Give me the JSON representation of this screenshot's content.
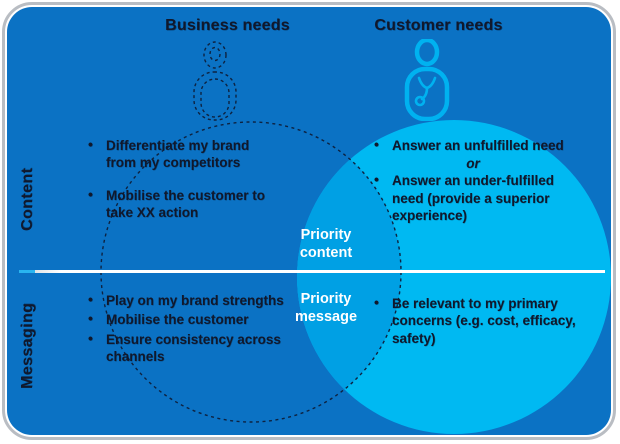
{
  "colors": {
    "slide-bg": "#0b72c4",
    "circle-fill": "#00b9f2",
    "overlap-fill": "#00a0e4",
    "dashed-stroke": "#0e2240",
    "icon-cyan": "#00b2f0",
    "text-dark": "#10182c",
    "text-white": "#ffffff",
    "divider-tip": "#29b5f0",
    "frame-border": "#b9bdc3"
  },
  "headers": {
    "business": "Business needs",
    "customer": "Customer needs"
  },
  "row_labels": {
    "content": "Content",
    "messaging": "Messaging"
  },
  "icons": {
    "business": "business-person-icon",
    "customer": "customer-person-stethoscope-icon"
  },
  "quadrants": {
    "business_content": {
      "bullets": [
        "Differentiate my brand from my competitors",
        "Mobilise the customer to take XX action"
      ]
    },
    "customer_content": {
      "bullets_top": [
        "Answer an unfulfilled need"
      ],
      "connector": "or",
      "bullets_bottom": [
        "Answer an under-fulfilled need (provide a superior experience)"
      ]
    },
    "business_messaging": {
      "bullets": [
        "Play on my brand strengths",
        "Mobilise the customer",
        "Ensure consistency across channels"
      ]
    },
    "customer_messaging": {
      "bullets": [
        "Be relevant to my primary concerns (e.g. cost, efficacy, safety)"
      ]
    }
  },
  "overlap_labels": {
    "content": "Priority content",
    "messaging": "Priority message"
  }
}
